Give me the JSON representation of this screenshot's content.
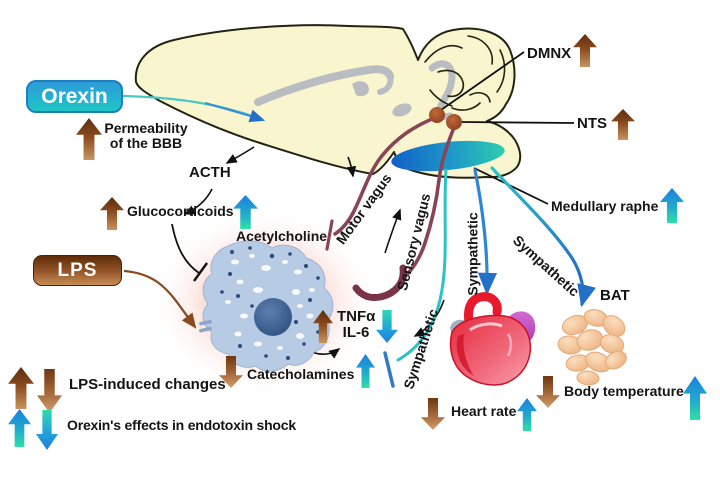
{
  "title": "Orexin effects in endotoxin shock diagram",
  "colors": {
    "background": "#ffffff",
    "brain_fill": "#f9f6cf",
    "outline": "#232313",
    "gray_structure": "#b9bdc2",
    "medulla_blue": "#1160c8",
    "medulla_teal": "#2eccae",
    "vagus_maroon": "#8a4458",
    "sympathetic_teal": "#2cc2c6",
    "sympathetic_blue": "#2e86d4",
    "arrow_brown_dark": "#5e2e0d",
    "arrow_brown_light": "#c8945f",
    "arrow_blue": "#1d7fe0",
    "arrow_teal_green": "#2fe0a6",
    "orexin_badge_top": "#2f9ad8",
    "orexin_badge_bottom": "#1fc6c4",
    "lps_badge_top": "#5f2c07",
    "lps_badge_bottom": "#c78d58",
    "cell_fill": "#b7cbe4",
    "nucleus_blue": "#2e4f7e",
    "glow_pink": "#f6968c",
    "heart_red": "#e8192c",
    "bat_peach": "#f3c69c"
  },
  "icons": {
    "increase": "block-arrow-up",
    "decrease": "block-arrow-down"
  },
  "orexin_badge": "Orexin",
  "lps_badge": "LPS",
  "bbb": {
    "line1": "Permeability",
    "line2": "of the BBB"
  },
  "hpa": {
    "acth": "ACTH",
    "glucocorticoids": "Glucocorticoids",
    "acetylcholine": "Acetylcholine"
  },
  "brainstem": {
    "dmnx": "DMNX",
    "nts": "NTS",
    "medullary_raphe": "Medullary raphe"
  },
  "nerves": {
    "motor_vagus": "Motor vagus",
    "sensory_vagus": "Sensory vagus",
    "sympathetic": "Sympathetic"
  },
  "cell": {
    "tnf": "TNFα",
    "il6": "IL-6",
    "catecholamines": "Catecholamines"
  },
  "organs": {
    "bat": "BAT",
    "heart_rate": "Heart rate",
    "body_temperature": "Body temperature"
  },
  "legend": {
    "items": [
      {
        "arrows": "brown",
        "label": "LPS-induced changes"
      },
      {
        "arrows": "blue",
        "label": "Orexin's effects in endotoxin shock"
      }
    ]
  }
}
